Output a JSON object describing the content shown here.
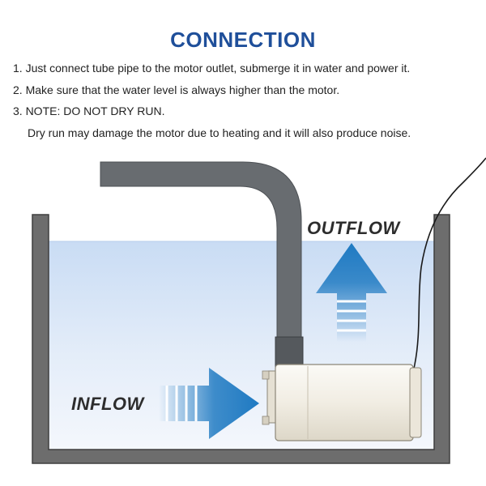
{
  "header": {
    "title": "CONNECTION"
  },
  "instructions": [
    "1. Just connect tube pipe to the motor outlet, submerge it in water and power it.",
    "2. Make sure that the water level is always higher than the motor.",
    "3. NOTE: DO NOT DRY RUN.",
    "Dry run may damage the motor due to heating and it will also produce noise."
  ],
  "diagram": {
    "outflow_label": "OUTFLOW",
    "inflow_label": "INFLOW"
  },
  "colors": {
    "title": "#1f4f9a",
    "water_light": "#eef3fb",
    "water_top": "#c9dcf4",
    "tank_wall": "#5b5b5b",
    "pipe": "#6b6f73",
    "arrow": "#1f7ac2",
    "pump_body": "#f3f0e8"
  }
}
